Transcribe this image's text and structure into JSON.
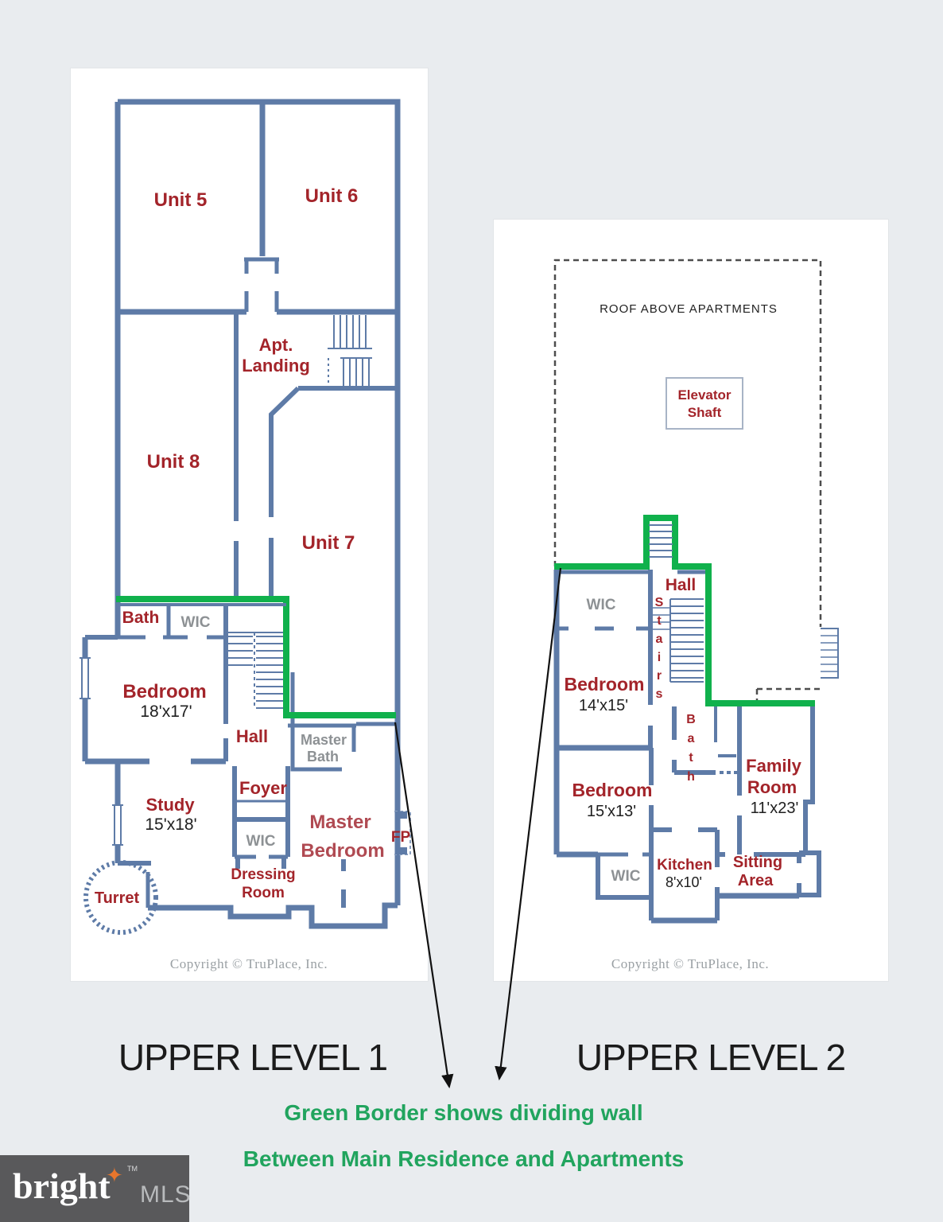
{
  "level1": {
    "title": "UPPER LEVEL 1",
    "rooms": {
      "unit5": "Unit 5",
      "unit6": "Unit 6",
      "unit8": "Unit 8",
      "unit7": "Unit 7",
      "apt_landing_1": "Apt.",
      "apt_landing_2": "Landing",
      "bath": "Bath",
      "wic_top": "WIC",
      "bedroom": "Bedroom",
      "bedroom_dim": "18'x17'",
      "hall": "Hall",
      "master_bath_1": "Master",
      "master_bath_2": "Bath",
      "foyer": "Foyer",
      "study": "Study",
      "study_dim": "15'x18'",
      "wic_mid": "WIC",
      "master_1": "Master",
      "master_2": "Bedroom",
      "fp": "FP",
      "dressing_1": "Dressing",
      "dressing_2": "Room",
      "turret": "Turret"
    },
    "copyright": "Copyright © TruPlace, Inc."
  },
  "level2": {
    "title": "UPPER LEVEL 2",
    "roof_note": "ROOF ABOVE APARTMENTS",
    "elevator_1": "Elevator",
    "elevator_2": "Shaft",
    "rooms": {
      "hall": "Hall",
      "stairs_letters": [
        "S",
        "t",
        "a",
        "i",
        "r",
        "s"
      ],
      "bath_letters": [
        "B",
        "a",
        "t",
        "h"
      ],
      "wic_top": "WIC",
      "bedroom14": "Bedroom",
      "bedroom14_dim": "14'x15'",
      "bedroom15": "Bedroom",
      "bedroom15_dim": "15'x13'",
      "wic_bottom": "WIC",
      "kitchen": "Kitchen",
      "kitchen_dim": "8'x10'",
      "sitting_1": "Sitting",
      "sitting_2": "Area",
      "family_1": "Family",
      "family_2": "Room",
      "family_dim": "11'x23'"
    },
    "copyright": "Copyright © TruPlace, Inc."
  },
  "caption": {
    "line1": "Green Border shows dividing wall",
    "line2": "Between Main Residence and Apartments"
  },
  "logo": {
    "brand": "bright",
    "tm": "TM",
    "suffix": "MLS"
  },
  "colors": {
    "wall_blue": "#5e7ba7",
    "dividing_wall_green": "#10b14c",
    "room_label_red": "#a3242a",
    "caption_green": "#21a45e",
    "logo_star_orange": "#e8762c",
    "background": "#e9ecef"
  }
}
